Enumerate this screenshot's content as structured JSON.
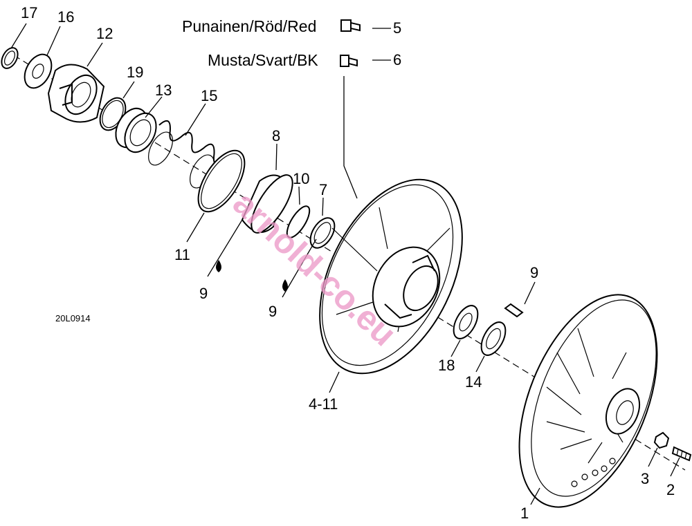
{
  "figure_code": "20L0914",
  "watermark": "arnold-co.eu",
  "color_legend": [
    {
      "text": "Punainen/Röd/Red",
      "callout": "5"
    },
    {
      "text": "Musta/Svart/BK",
      "callout": "6"
    }
  ],
  "callouts": {
    "c17": "17",
    "c16": "16",
    "c12": "12",
    "c19": "19",
    "c13": "13",
    "c15": "15",
    "c8": "8",
    "c10": "10",
    "c7": "7",
    "c11": "11",
    "c9a": "9",
    "c9b": "9",
    "c9c": "9",
    "c18": "18",
    "c14": "14",
    "c4_11": "4-11",
    "c3": "3",
    "c2": "2",
    "c1": "1"
  }
}
